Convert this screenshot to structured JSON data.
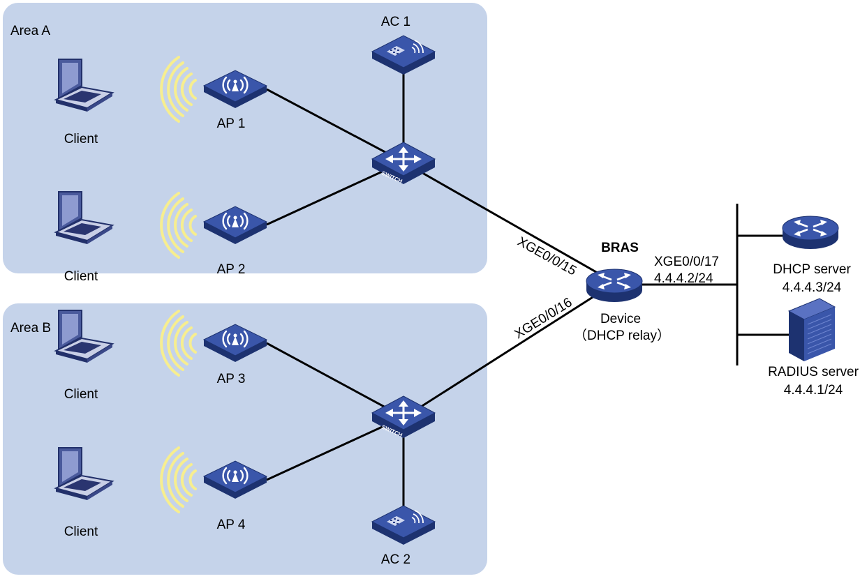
{
  "colors": {
    "area_fill": "#c5d3ea",
    "device_blue": "#2f4b9a",
    "wifi_yellow": "#f7ee8f",
    "link": "#000000"
  },
  "areas": {
    "a": {
      "label": "Area A"
    },
    "b": {
      "label": "Area B"
    }
  },
  "clients": [
    {
      "label": "Client"
    },
    {
      "label": "Client"
    },
    {
      "label": "Client"
    },
    {
      "label": "Client"
    }
  ],
  "aps": [
    {
      "label": "AP 1"
    },
    {
      "label": "AP 2"
    },
    {
      "label": "AP 3"
    },
    {
      "label": "AP 4"
    }
  ],
  "acs": [
    {
      "label": "AC 1"
    },
    {
      "label": "AC 2"
    }
  ],
  "switch_badge": "SWITCH",
  "bras": {
    "role": "BRAS",
    "name": "Device",
    "function": "（DHCP relay）",
    "port_a": "XGE0/0/15",
    "port_b": "XGE0/0/16",
    "port_uplink": "XGE0/0/17",
    "uplink_ip": "4.4.4.2/24"
  },
  "servers": {
    "dhcp": {
      "label": "DHCP server",
      "ip": "4.4.4.3/24"
    },
    "radius": {
      "label": "RADIUS server",
      "ip": "4.4.4.1/24"
    }
  }
}
